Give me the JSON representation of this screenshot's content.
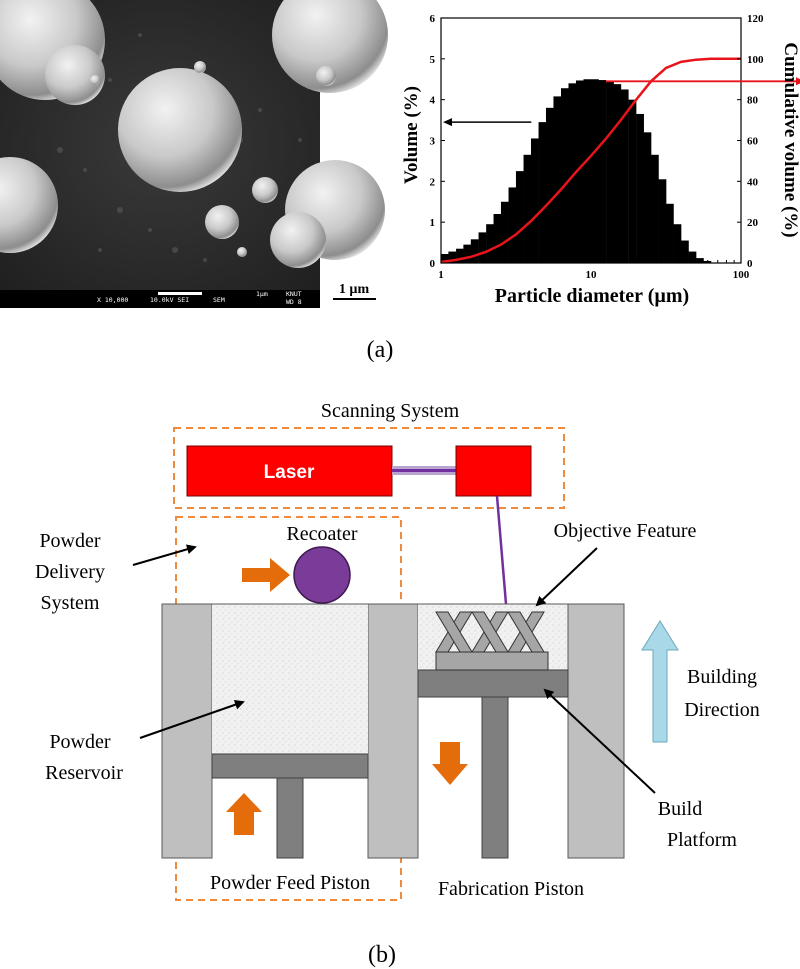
{
  "panel_a": {
    "caption": "(a)",
    "sem": {
      "info_bar": [
        "X 10,000",
        "10.0kV SEI",
        "SEM",
        "1µm",
        "KNUT",
        "WD 8"
      ],
      "scale_label": "1 µm"
    },
    "chart_data": {
      "type": "bar",
      "xlabel": "Particle diameter (µm)",
      "ylabel": "Volume (%)",
      "y2label": "Cumulative volume (%)",
      "xscale": "log",
      "xlim": [
        1,
        100
      ],
      "ylim": [
        0,
        6
      ],
      "y2lim": [
        0,
        120
      ],
      "xticks": [
        "1",
        "10",
        "100"
      ],
      "yticks": [
        "0",
        "1",
        "2",
        "3",
        "4",
        "5",
        "6"
      ],
      "y2ticks": [
        "0",
        "20",
        "40",
        "60",
        "80",
        "100",
        "120"
      ],
      "grid": false,
      "series": [
        {
          "axis": "left",
          "kind": "histogram",
          "color": "#000000",
          "x": [
            1.0,
            1.12,
            1.26,
            1.41,
            1.58,
            1.78,
            2.0,
            2.24,
            2.51,
            2.82,
            3.16,
            3.55,
            3.98,
            4.47,
            5.01,
            5.62,
            6.31,
            7.08,
            7.94,
            8.91,
            10.0,
            11.2,
            12.6,
            14.1,
            15.8,
            17.8,
            20.0,
            22.4,
            25.1,
            28.2,
            31.6,
            35.5,
            39.8,
            44.7,
            50.1,
            56.2
          ],
          "y": [
            0.22,
            0.28,
            0.35,
            0.45,
            0.58,
            0.75,
            0.95,
            1.2,
            1.5,
            1.85,
            2.25,
            2.65,
            3.05,
            3.45,
            3.8,
            4.08,
            4.28,
            4.4,
            4.47,
            4.5,
            4.5,
            4.48,
            4.45,
            4.38,
            4.25,
            4.0,
            3.65,
            3.2,
            2.65,
            2.05,
            1.45,
            0.95,
            0.55,
            0.28,
            0.12,
            0.05
          ]
        },
        {
          "axis": "right",
          "kind": "line",
          "color": "#e8141b",
          "x": [
            1.0,
            1.26,
            1.58,
            2.0,
            2.51,
            3.16,
            3.98,
            5.01,
            6.31,
            7.94,
            10.0,
            12.6,
            15.8,
            20.0,
            25.1,
            31.6,
            39.8,
            50.1,
            63.1,
            79.4,
            100.0
          ],
          "y": [
            0.5,
            1.5,
            3.0,
            5.5,
            9.0,
            14.0,
            20.5,
            28.0,
            36.0,
            44.5,
            52.5,
            61.0,
            70.0,
            80.0,
            89.0,
            95.5,
            98.5,
            99.6,
            100.0,
            100.0,
            100.0
          ]
        }
      ]
    }
  },
  "panel_b": {
    "caption": "(b)",
    "labels": {
      "scanning_system": "Scanning System",
      "laser": "Laser",
      "recoater": "Recoater",
      "objective_feature": "Objective Feature",
      "powder_delivery": [
        "Powder",
        "Delivery",
        "System"
      ],
      "powder_reservoir": [
        "Powder",
        "Reservoir"
      ],
      "build_platform": [
        "Build",
        "Platform"
      ],
      "building_direction": [
        "Building",
        "Direction"
      ],
      "powder_feed_piston": "Powder Feed Piston",
      "fabrication_piston": "Fabrication Piston"
    },
    "colors": {
      "laser_red": "#ff0000",
      "beam_purple": "#7030a0",
      "recoater_purple": "#7a3c98",
      "arrow_orange": "#e46c0a",
      "build_arrow_blue": "#a9d8e8",
      "dashed_orange": "#f08a3c",
      "wall_grey": "#bfbfbf",
      "piston_grey": "#7f7f7f"
    }
  }
}
